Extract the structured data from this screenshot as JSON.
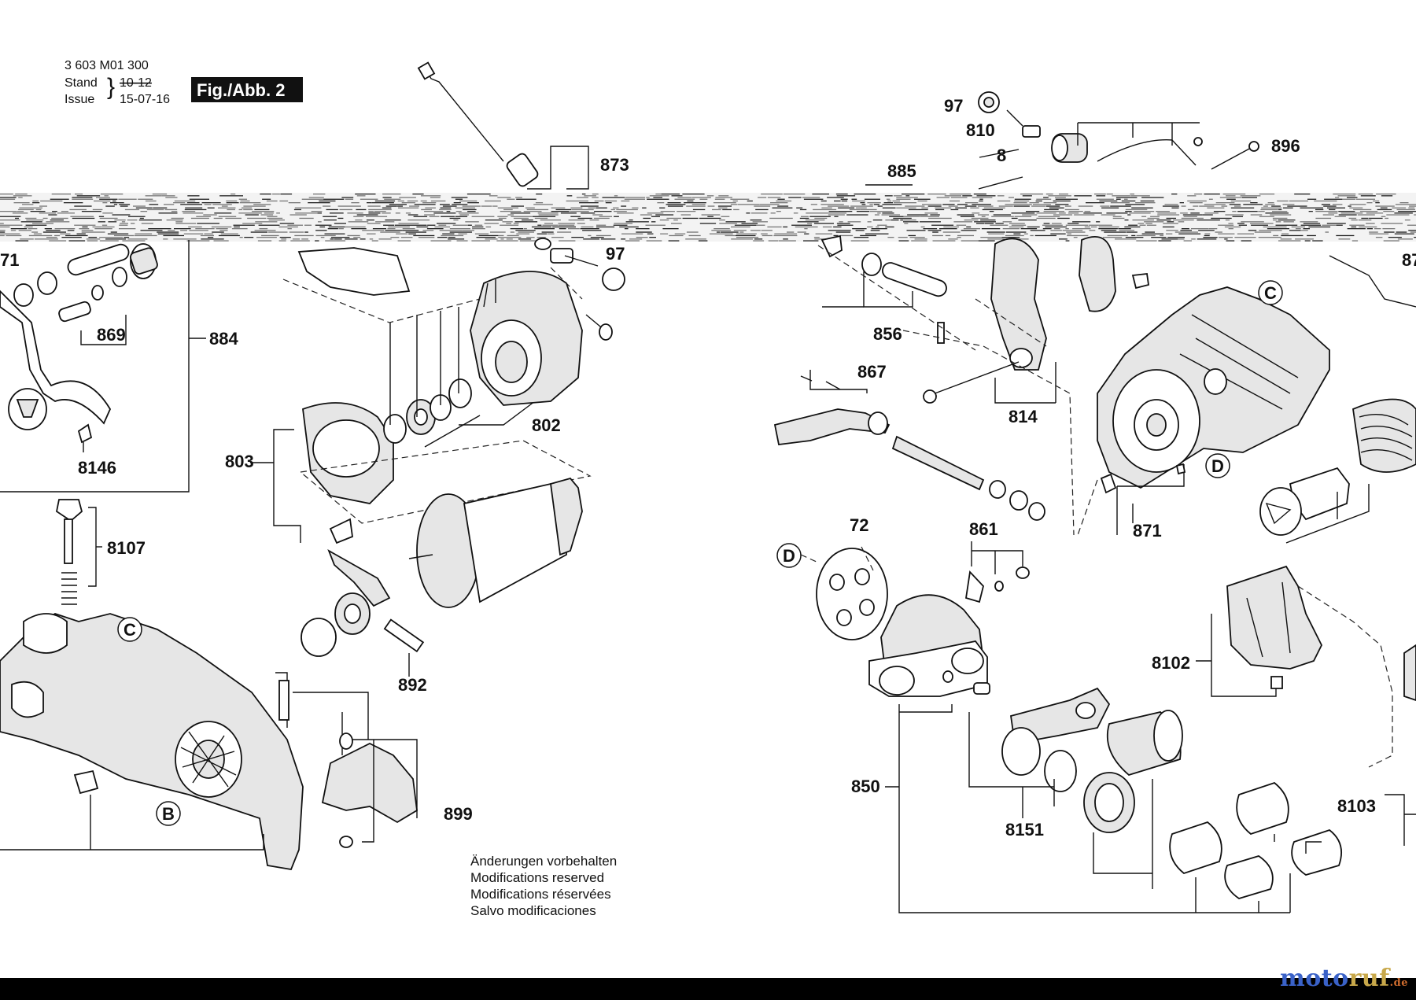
{
  "header": {
    "doc_number": "3 603 M01 300",
    "stand_label": "Stand",
    "issue_label": "Issue",
    "stand_value": "10-12",
    "issue_value": "15-07-16",
    "figure_label": "Fig./Abb. 2"
  },
  "part_labels": [
    {
      "id": "873"
    },
    {
      "id": "97"
    },
    {
      "id": "97"
    },
    {
      "id": "810"
    },
    {
      "id": "8"
    },
    {
      "id": "896"
    },
    {
      "id": "885"
    },
    {
      "id": "71"
    },
    {
      "id": "869"
    },
    {
      "id": "884"
    },
    {
      "id": "8146"
    },
    {
      "id": "8107"
    },
    {
      "id": "803"
    },
    {
      "id": "802"
    },
    {
      "id": "892"
    },
    {
      "id": "899"
    },
    {
      "id": "856"
    },
    {
      "id": "867"
    },
    {
      "id": "814"
    },
    {
      "id": "871"
    },
    {
      "id": "87"
    },
    {
      "id": "72"
    },
    {
      "id": "861"
    },
    {
      "id": "850"
    },
    {
      "id": "8151"
    },
    {
      "id": "8102"
    },
    {
      "id": "8103"
    }
  ],
  "callouts": [
    "C",
    "B",
    "C",
    "D",
    "D"
  ],
  "notice_lines": [
    "Änderungen vorbehalten",
    "Modifications reserved",
    "Modifications réservées",
    "Salvo modificaciones"
  ],
  "watermark": {
    "part1": "moto",
    "part2": "ruf",
    "suffix": ".de"
  },
  "colors": {
    "line": "#111111",
    "background": "#ffffff",
    "footer_bar": "#000000",
    "logo_blue": "#3a62c8",
    "logo_gold": "#c8a84a",
    "logo_orange": "#d06d2e"
  }
}
